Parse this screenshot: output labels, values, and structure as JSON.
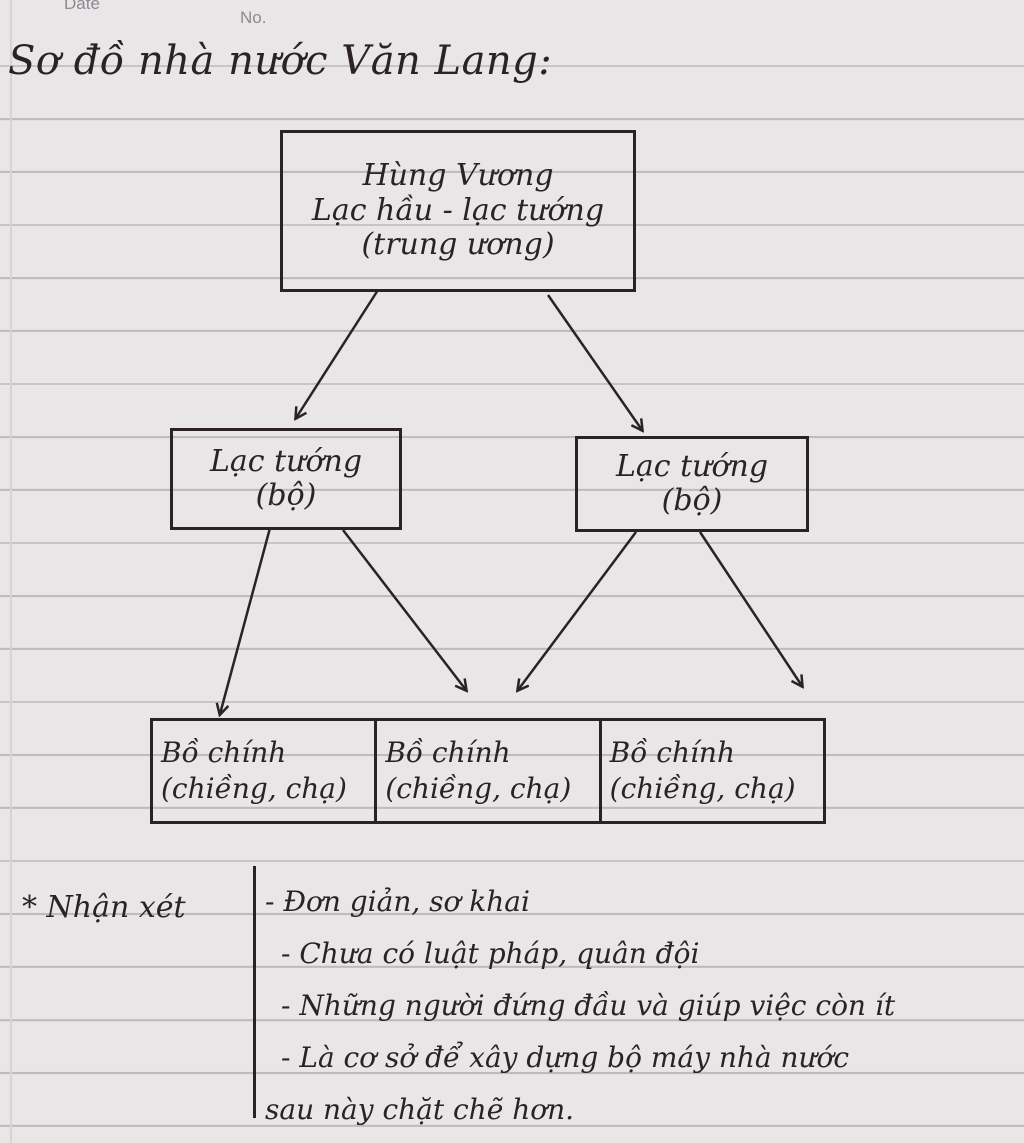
{
  "header": {
    "date_label": "Date",
    "no_label": "No."
  },
  "title": "Sơ đồ nhà nước Văn Lang:",
  "diagram": {
    "top": {
      "line1": "Hùng Vương",
      "line2": "Lạc hầu - lạc tướng",
      "line3": "(trung ương)"
    },
    "mid_left": {
      "line1": "Lạc tướng",
      "line2": "(bộ)"
    },
    "mid_right": {
      "line1": "Lạc tướng",
      "line2": "(bộ)"
    },
    "bottom": [
      {
        "line1": "Bồ chính",
        "line2": "(chiềng, chạ)"
      },
      {
        "line1": "Bồ chính",
        "line2": "(chiềng, chạ)"
      },
      {
        "line1": "Bồ chính",
        "line2": "(chiềng, chạ)"
      }
    ]
  },
  "notes": {
    "label": "* Nhận xét",
    "items": [
      "- Đơn giản, sơ khai",
      "- Chưa có luật pháp, quân đội",
      "- Những người đứng đầu và giúp việc còn ít",
      "- Là cơ sở để xây dựng bộ máy nhà nước",
      "sau này chặt chẽ hơn."
    ]
  },
  "colors": {
    "ink": "#2a2224",
    "paper": "#e9e6e8",
    "rule_line": "#bdbbc0"
  }
}
